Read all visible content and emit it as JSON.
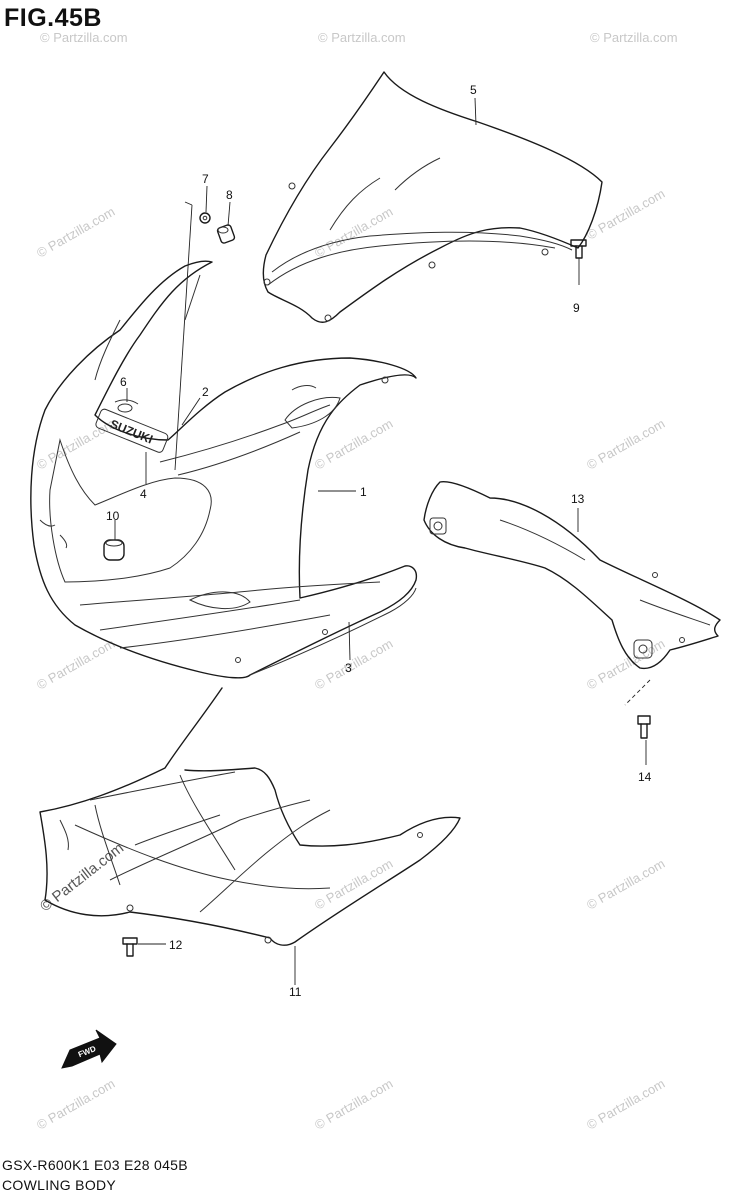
{
  "figure": {
    "title": "FIG.45B"
  },
  "footer": {
    "model_code": "GSX-R600K1 E03 E28  045B",
    "section_name": "COWLING BODY"
  },
  "brand_mark": "SUZUKI",
  "fwd_arrow_label": "FWD",
  "watermark_text": "© Partzilla.com",
  "callouts": [
    {
      "id": "1",
      "label": "1"
    },
    {
      "id": "2",
      "label": "2"
    },
    {
      "id": "3",
      "label": "3"
    },
    {
      "id": "4",
      "label": "4"
    },
    {
      "id": "5",
      "label": "5"
    },
    {
      "id": "6",
      "label": "6"
    },
    {
      "id": "7",
      "label": "7"
    },
    {
      "id": "8",
      "label": "8"
    },
    {
      "id": "9",
      "label": "9"
    },
    {
      "id": "10",
      "label": "10"
    },
    {
      "id": "11",
      "label": "11"
    },
    {
      "id": "12",
      "label": "12"
    },
    {
      "id": "13",
      "label": "13"
    },
    {
      "id": "14",
      "label": "14"
    }
  ]
}
